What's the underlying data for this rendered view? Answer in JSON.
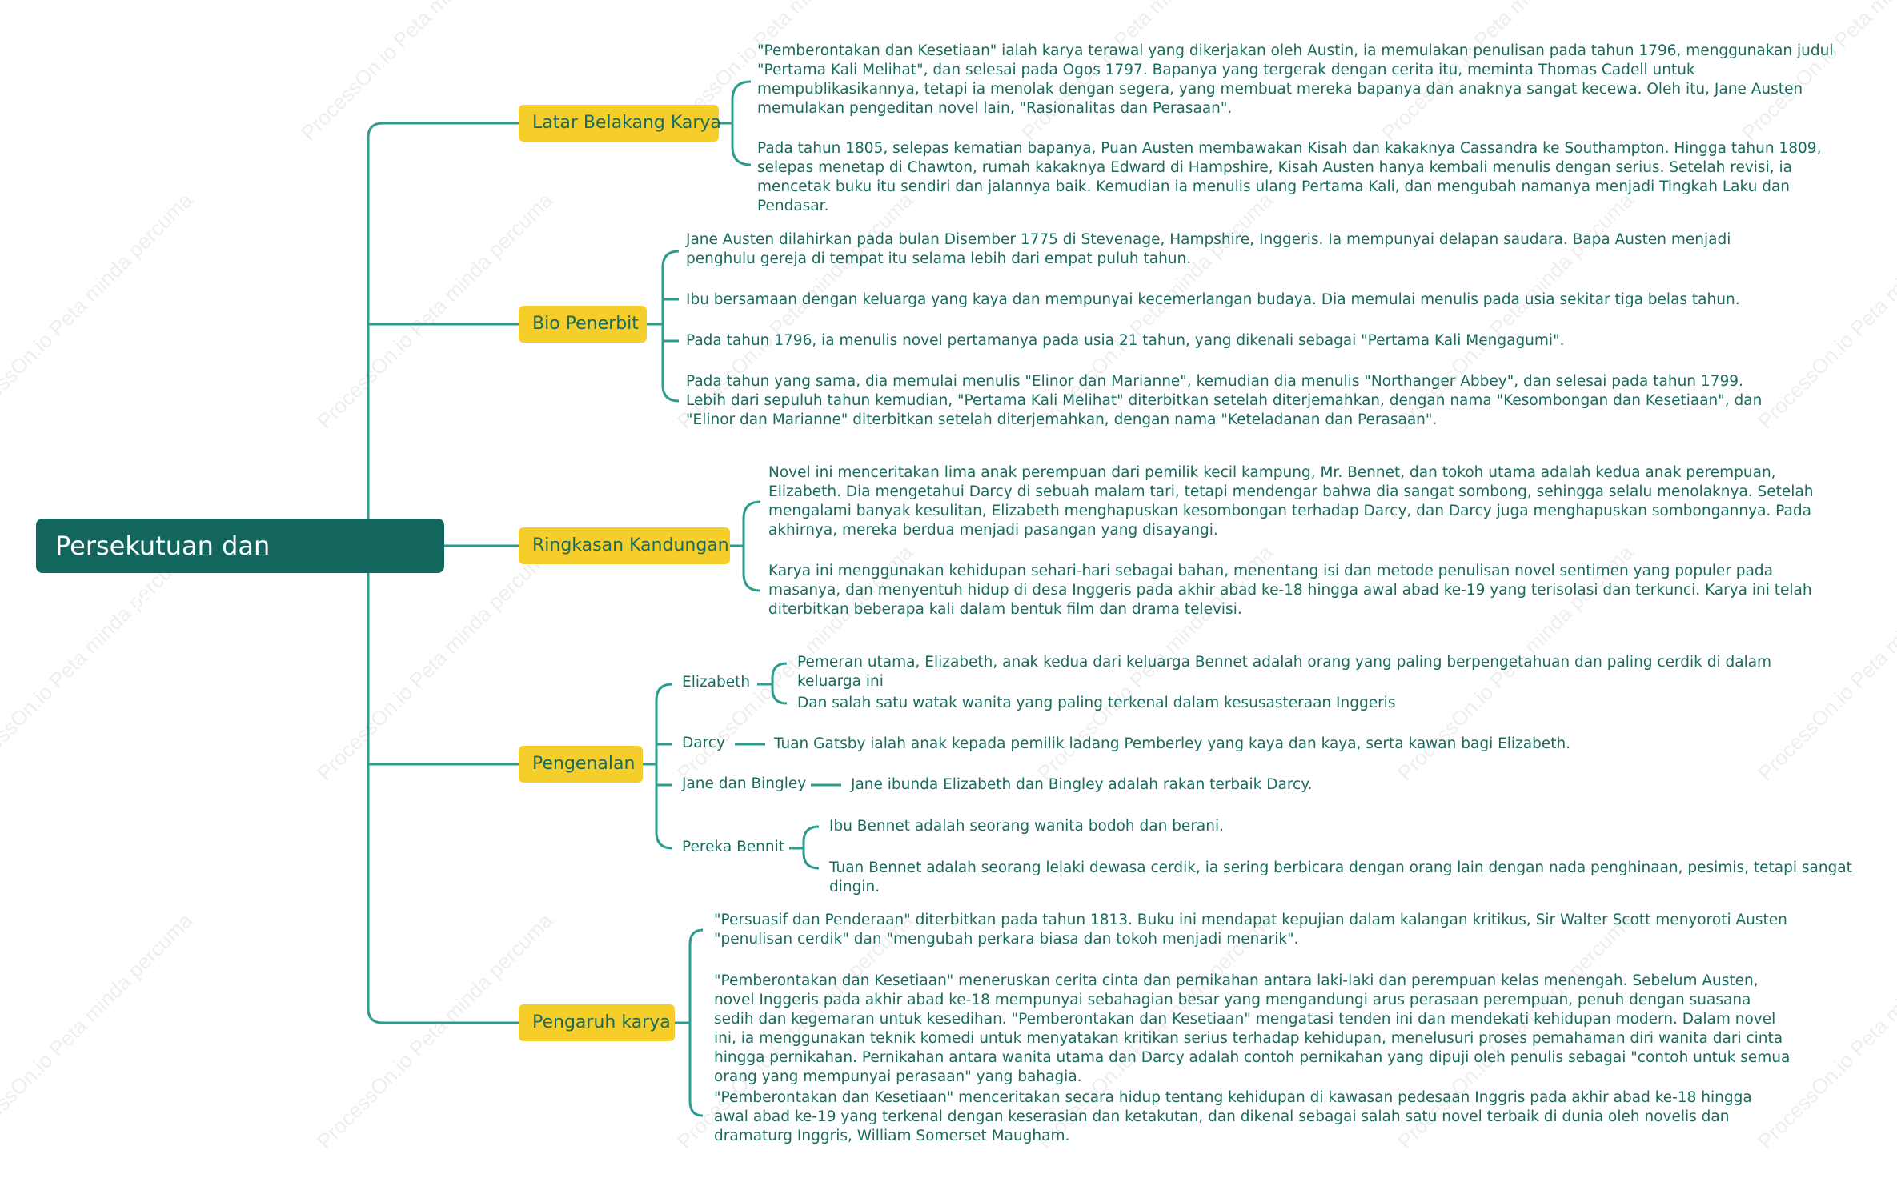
{
  "root": {
    "label": "Persekutuan dan Kesombongan"
  },
  "watermark": "ProcessOn.io Peta minda percuma",
  "colors": {
    "root_bg": "#12665e",
    "branch_bg": "#f5ce2b",
    "text": "#1a6b5e",
    "line": "#2a9d8f"
  },
  "branches": {
    "latar": {
      "label": "Latar Belakang Karya",
      "paragraphs": [
        "\"Pemberontakan dan Kesetiaan\" ialah karya terawal yang dikerjakan oleh Austin, ia memulakan penulisan pada tahun 1796, menggunakan judul \"Pertama Kali Melihat\", dan selesai pada Ogos 1797. Bapanya yang tergerak dengan cerita itu, meminta Thomas Cadell untuk mempublikasikannya, tetapi ia menolak dengan segera, yang membuat mereka bapanya dan anaknya sangat kecewa. Oleh itu, Jane Austen memulakan pengeditan novel lain, \"Rasionalitas dan Perasaan\".",
        "Pada tahun 1805, selepas kematian bapanya, Puan Austen membawakan Kisah dan kakaknya Cassandra ke Southampton. Hingga tahun 1809, selepas menetap di Chawton, rumah kakaknya Edward di Hampshire, Kisah Austen hanya kembali menulis dengan serius. Setelah revisi, ia mencetak buku itu sendiri dan jalannya baik. Kemudian ia menulis ulang Pertama Kali, dan mengubah namanya menjadi Tingkah Laku dan Pendasar."
      ]
    },
    "bio": {
      "label": "Bio Penerbit",
      "paragraphs": [
        "Jane Austen dilahirkan pada bulan Disember 1775 di Stevenage, Hampshire, Inggeris. Ia mempunyai delapan saudara. Bapa Austen menjadi penghulu gereja di tempat itu selama lebih dari empat puluh tahun.",
        "Ibu bersamaan dengan keluarga yang kaya dan mempunyai kecemerlangan budaya. Dia memulai menulis pada usia sekitar tiga belas tahun.",
        "Pada tahun 1796, ia menulis novel pertamanya pada usia 21 tahun, yang dikenali sebagai \"Pertama Kali Mengagumi\".",
        "Pada tahun yang sama, dia memulai menulis \"Elinor dan Marianne\", kemudian dia menulis \"Northanger Abbey\", dan selesai pada tahun 1799. Lebih dari sepuluh tahun kemudian, \"Pertama Kali Melihat\" diterbitkan setelah diterjemahkan, dengan nama \"Kesombongan dan Kesetiaan\", dan \"Elinor dan Marianne\" diterbitkan setelah diterjemahkan, dengan nama \"Keteladanan dan Perasaan\"."
      ]
    },
    "ringkasan": {
      "label": "Ringkasan Kandungan",
      "paragraphs": [
        "Novel ini menceritakan lima anak perempuan dari pemilik kecil kampung, Mr. Bennet, dan tokoh utama adalah kedua anak perempuan, Elizabeth. Dia mengetahui Darcy di sebuah malam tari, tetapi mendengar bahwa dia sangat sombong, sehingga selalu menolaknya. Setelah mengalami banyak kesulitan, Elizabeth menghapuskan kesombongan terhadap Darcy, dan Darcy juga menghapuskan sombongannya. Pada akhirnya, mereka berdua menjadi pasangan yang disayangi.",
        "Karya ini menggunakan kehidupan sehari-hari sebagai bahan, menentang isi dan metode penulisan novel sentimen yang populer pada masanya, dan menyentuh hidup di desa Inggeris pada akhir abad ke-18 hingga awal abad ke-19 yang terisolasi dan terkunci. Karya ini telah diterbitkan beberapa kali dalam bentuk film dan drama televisi."
      ]
    },
    "pengenalan": {
      "label": "Pengenalan",
      "elizabeth": {
        "label": "Elizabeth",
        "items": [
          "Pemeran utama, Elizabeth, anak kedua dari keluarga Bennet adalah orang yang paling berpengetahuan dan paling cerdik di dalam keluarga ini",
          "Dan salah satu watak wanita yang paling terkenal dalam kesusasteraan Inggeris"
        ]
      },
      "darcy": {
        "label": "Darcy",
        "items": [
          "Tuan Gatsby ialah anak kepada pemilik ladang Pemberley yang kaya dan kaya, serta kawan bagi Elizabeth."
        ]
      },
      "jane": {
        "label": "Jane dan Bingley",
        "items": [
          "Jane ibunda Elizabeth dan Bingley adalah rakan terbaik Darcy."
        ]
      },
      "pereka": {
        "label": "Pereka Bennit",
        "items": [
          "Ibu Bennet adalah seorang wanita bodoh dan berani.",
          "Tuan Bennet adalah seorang lelaki dewasa cerdik, ia sering berbicara dengan orang lain dengan nada penghinaan, pesimis, tetapi sangat dingin."
        ]
      }
    },
    "pengaruh": {
      "label": "Pengaruh karya",
      "paragraphs": [
        "\"Persuasif dan Penderaan\" diterbitkan pada tahun 1813. Buku ini mendapat kepujian dalam kalangan kritikus, Sir Walter Scott menyoroti Austen \"penulisan cerdik\" dan \"mengubah perkara biasa dan tokoh menjadi menarik\".",
        "\"Pemberontakan dan Kesetiaan\" meneruskan cerita cinta dan pernikahan antara laki-laki dan perempuan kelas menengah. Sebelum Austen, novel Inggeris pada akhir abad ke-18 mempunyai sebahagian besar yang mengandungi arus perasaan perempuan, penuh dengan suasana sedih dan kegemaran untuk kesedihan. \"Pemberontakan dan Kesetiaan\" mengatasi tenden ini dan mendekati kehidupan modern. Dalam novel ini, ia menggunakan teknik komedi untuk menyatakan kritikan serius terhadap kehidupan, menelusuri proses pemahaman diri wanita dari cinta hingga pernikahan. Pernikahan antara wanita utama dan Darcy adalah contoh pernikahan yang dipuji oleh penulis sebagai \"contoh untuk semua orang yang mempunyai perasaan\" yang bahagia.",
        "\"Pemberontakan dan Kesetiaan\" menceritakan secara hidup tentang kehidupan di kawasan pedesaan Inggris pada akhir abad ke-18 hingga awal abad ke-19 yang terkenal dengan keserasian dan ketakutan, dan dikenal sebagai salah satu novel terbaik di dunia oleh novelis dan dramaturg Inggris, William Somerset Maugham."
      ]
    }
  }
}
